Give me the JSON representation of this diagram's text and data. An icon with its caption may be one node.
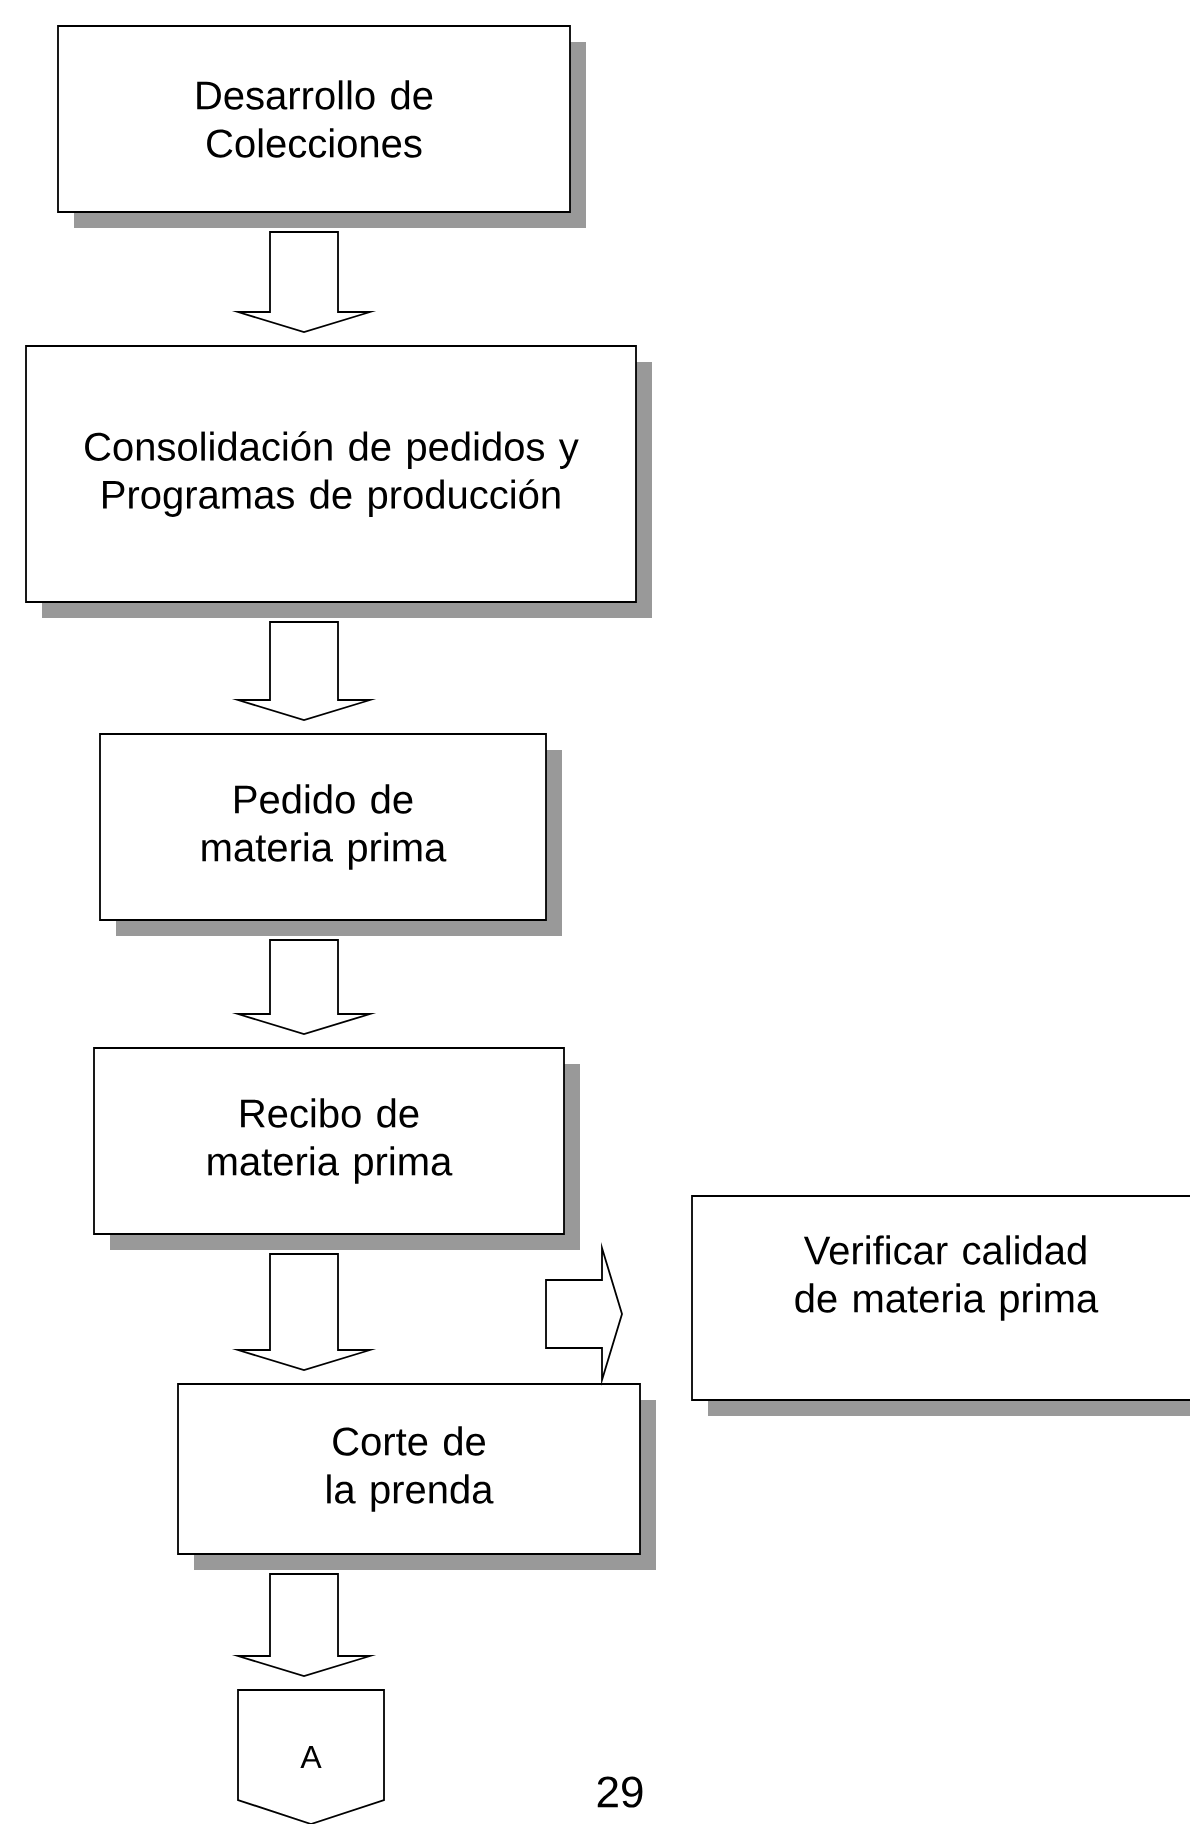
{
  "diagram": {
    "nodes": [
      {
        "text": [
          "Desarrollo de Colecciones"
        ]
      },
      {
        "text": [
          "Consolidación de pedidos y Programas de producción"
        ]
      },
      {
        "text": [
          "Pedido de materia prima"
        ]
      },
      {
        "text": [
          "Recibo de materia prima"
        ]
      },
      {
        "text": [
          "Verificar calidad de materia prima"
        ]
      },
      {
        "text": [
          "Corte de la prenda"
        ]
      },
      {
        "text": [
          "A"
        ]
      }
    ],
    "edges": [
      {
        "from": 0,
        "to": 1,
        "arrow": "to"
      },
      {
        "from": 1,
        "to": 2,
        "arrow": "to"
      },
      {
        "from": 2,
        "to": 3,
        "arrow": "to"
      },
      {
        "from": 3,
        "to": 5,
        "arrow": "to"
      },
      {
        "from": 3,
        "to": 4,
        "arrow": "to"
      },
      {
        "from": 5,
        "to": 6,
        "arrow": "to"
      }
    ],
    "labels": [
      "29"
    ]
  }
}
